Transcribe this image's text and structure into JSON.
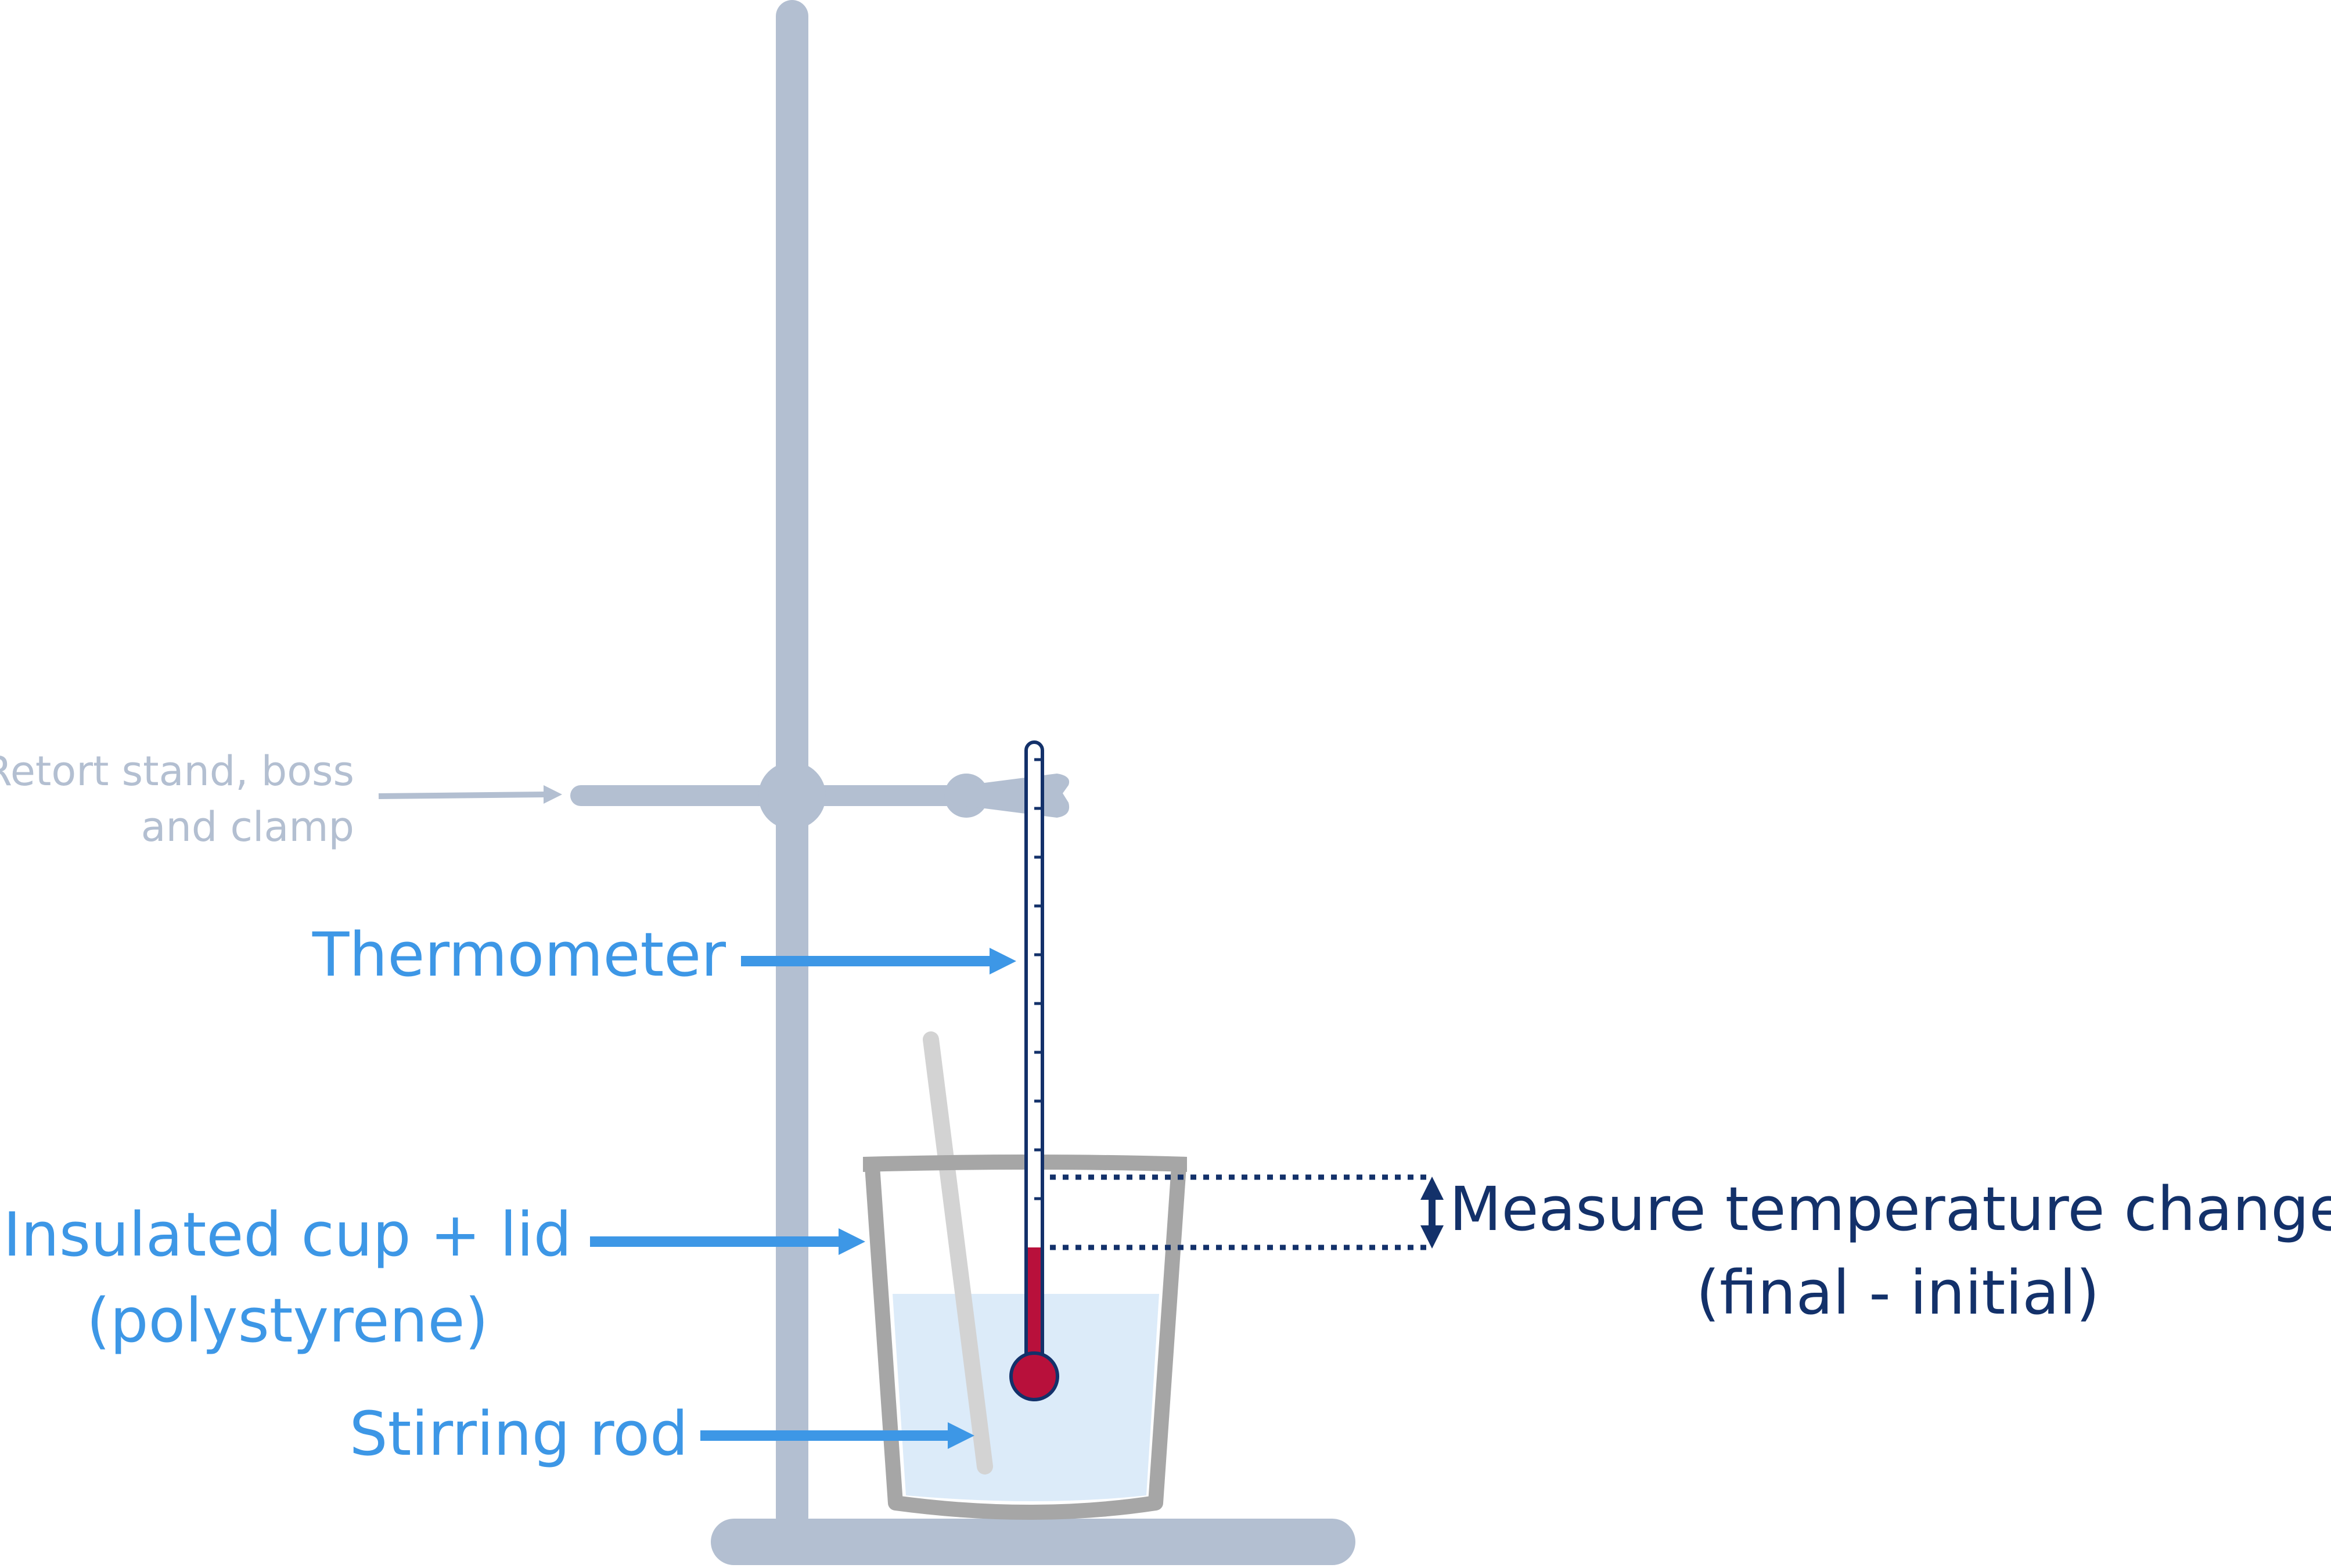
{
  "colors": {
    "stand": "#b3bfd1",
    "cup": "#a6a6a6",
    "water": "#dcebf9",
    "rod": "#d3d3d3",
    "mercury": "#b8103b",
    "navy": "#13316a",
    "blue_label": "#3d97e6",
    "grey_label": "#b3bfd1"
  },
  "labels": {
    "retort_line1": "Retort stand, boss",
    "retort_line2": "and clamp",
    "thermometer": "Thermometer",
    "cup_line1": "Insulated cup + lid",
    "cup_line2": "(polystyrene)",
    "stirring_rod": "Stirring rod",
    "measure_line1": "Measure temperature change",
    "measure_line2": "(final - initial)"
  },
  "icons": {
    "retort_stand": "retort-stand-icon",
    "thermometer": "thermometer-icon",
    "cup": "insulated-cup-icon",
    "stirring_rod": "stirring-rod-icon",
    "double_arrow": "double-arrow-icon"
  }
}
